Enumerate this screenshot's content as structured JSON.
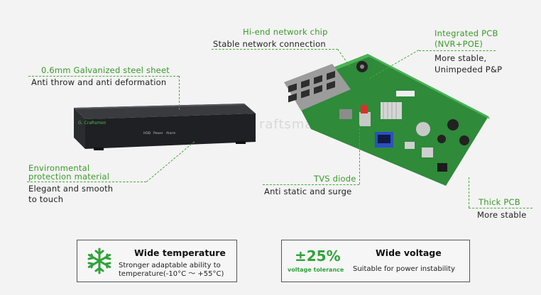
{
  "nvr": {
    "brand": "G. CraRsmon",
    "panel_labels": [
      "HDD",
      "Power",
      "Alarm"
    ]
  },
  "watermark": "raftsman",
  "callouts": {
    "steel": {
      "title": "0.6mm Galvanized steel sheet",
      "sub": "Anti throw and anti deformation"
    },
    "env": {
      "title_line1": "Environmental",
      "title_line2": "protection material",
      "sub_line1": "Elegant and smooth",
      "sub_line2": "to touch"
    },
    "chip": {
      "title": "Hi-end network chip",
      "sub": "Stable network connection"
    },
    "pcb": {
      "title_line1": "Integrated PCB",
      "title_line2": "(NVR+POE)",
      "sub_line1": "More stable,",
      "sub_line2": "Unimpeded P&P"
    },
    "tvs": {
      "title": "TVS diode",
      "sub": "Anti static and surge"
    },
    "thick": {
      "title": "Thick PCB",
      "sub": "More stable"
    }
  },
  "features": {
    "temperature": {
      "title": "Wide  temperature",
      "desc_line1": "Stronger adaptable ability to",
      "desc_line2": "temperature(-10°C ～ +55°C)"
    },
    "voltage": {
      "badge_value": "±25%",
      "badge_label": "voltage tolerance",
      "title": "Wide  voltage",
      "desc": "Suitable for power instability"
    }
  },
  "colors": {
    "accent_green": "#3a9a2a",
    "background": "#f3f3f3",
    "nvr_body": "#2a2b2e",
    "pcb_green": "#2f8a3a"
  },
  "icons": [
    "snowflake-icon"
  ]
}
